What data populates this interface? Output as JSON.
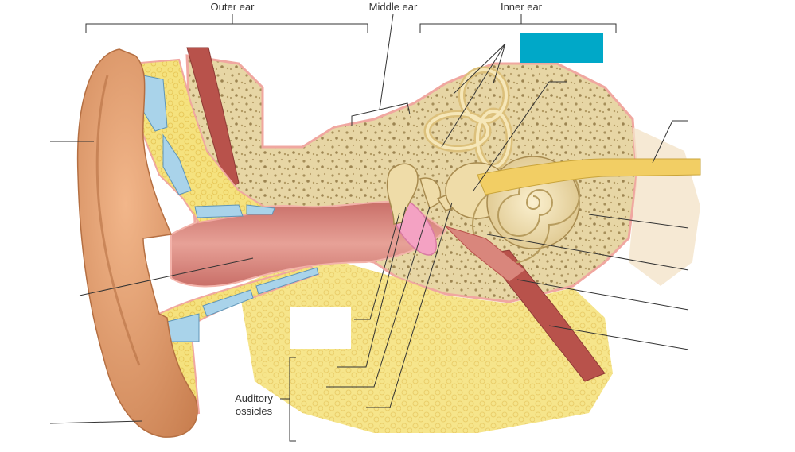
{
  "labels": {
    "outer_ear": "Outer ear",
    "middle_ear": "Middle ear",
    "inner_ear": "Inner ear",
    "auditory_ossicles_line1": "Auditory",
    "auditory_ossicles_line2": "ossicles"
  },
  "colors": {
    "skin": "#e5a374",
    "skin_dark": "#c67a4c",
    "bone": "#e7d6a5",
    "canal": "#d9867c",
    "cartilage": "#a9d3ea",
    "fat": "#f4de74",
    "muscle": "#b8524b",
    "nerve": "#f2ce64",
    "highlight_box": "#00a8c8",
    "mask_box": "#ffffff",
    "leader": "#333333"
  }
}
